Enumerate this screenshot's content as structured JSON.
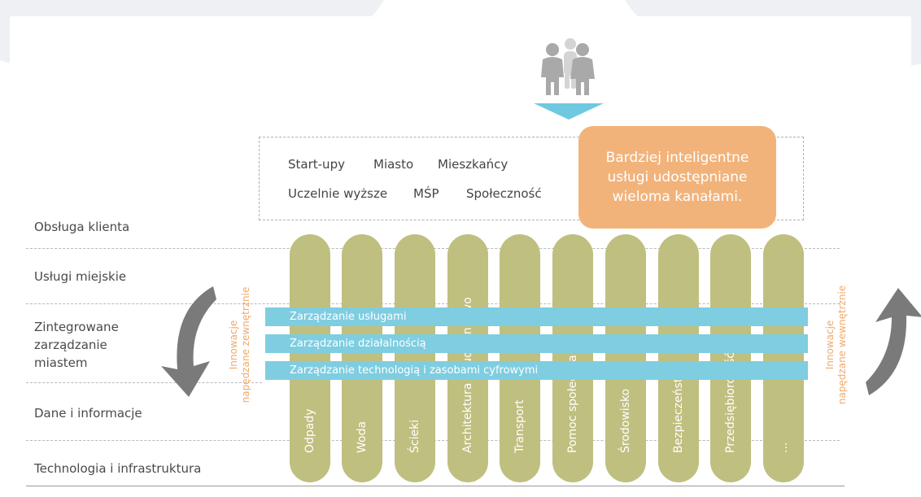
{
  "layers": [
    "Obsługa klienta",
    "Usługi miejskie",
    "Zintegrowane\nzarządzanie\nmiastem",
    "Dane i informacje",
    "Technologia i infrastruktura"
  ],
  "stakeholders": {
    "row1": [
      "Start-upy",
      "Miasto",
      "Mieszkańcy"
    ],
    "row2": [
      "Uczelnie wyższe",
      "MŚP",
      "Społeczność"
    ]
  },
  "highlight": "Bardziej inteligentne usługi udostępniane wieloma kanałami.",
  "pillars": [
    "Odpady",
    "Woda",
    "Ścieki",
    "Architektura i budownictwo",
    "Transport",
    "Pomoc społeczna",
    "Środowisko",
    "Bezpieczeństwo",
    "Przedsiębiorczość",
    "..."
  ],
  "bands": [
    "Zarządzanie usługami",
    "Zarządzanie działalnością",
    "Zarządzanie  technologią i zasobami cyfrowymi"
  ],
  "side_left": "Innowacje\nnapędzane zewnętrznie",
  "side_right": "Innowacje\nnapędzane wewnętrznie",
  "colors": {
    "pillar": "#bfbf80",
    "band": "#7fcde0",
    "highlight": "#f2b37a",
    "accent_text": "#f0a96a",
    "arrow": "#7a7a7a",
    "people": "#b5b5b5",
    "funnel": "#6ec9e0"
  }
}
